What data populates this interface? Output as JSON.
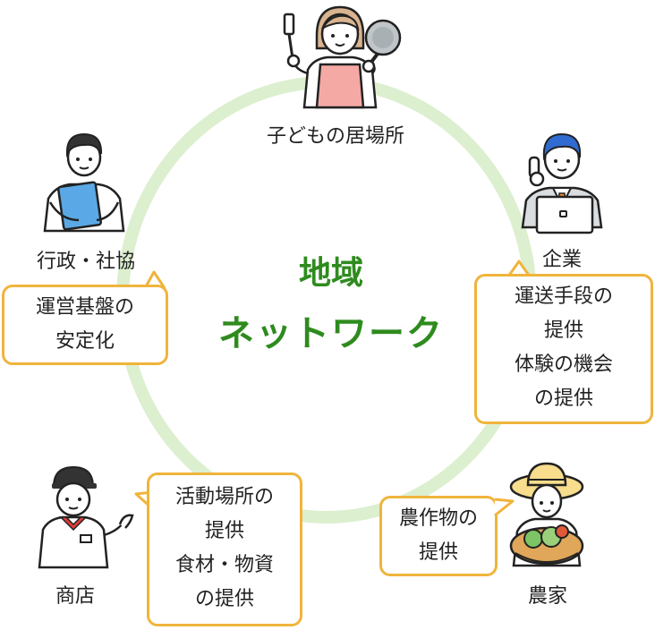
{
  "center": {
    "line1": "地域",
    "line2": "ネットワーク"
  },
  "nodes": {
    "kids": {
      "label": "子どもの居場所"
    },
    "company": {
      "label": "企業",
      "bubble": [
        "運送手段の",
        "提供",
        "体験の機会",
        "の提供"
      ]
    },
    "farmer": {
      "label": "農家",
      "bubble": [
        "農作物の",
        "提供"
      ]
    },
    "shop": {
      "label": "商店",
      "bubble": [
        "活動場所の",
        "提供",
        "食材・物資",
        "の提供"
      ]
    },
    "gov": {
      "label": "行政・社協",
      "bubble": [
        "運営基盤の",
        "安定化"
      ]
    }
  },
  "colors": {
    "ring": "#dcefcf",
    "center_text": "#2e8b1e",
    "bubble_border": "#f0b43c"
  }
}
